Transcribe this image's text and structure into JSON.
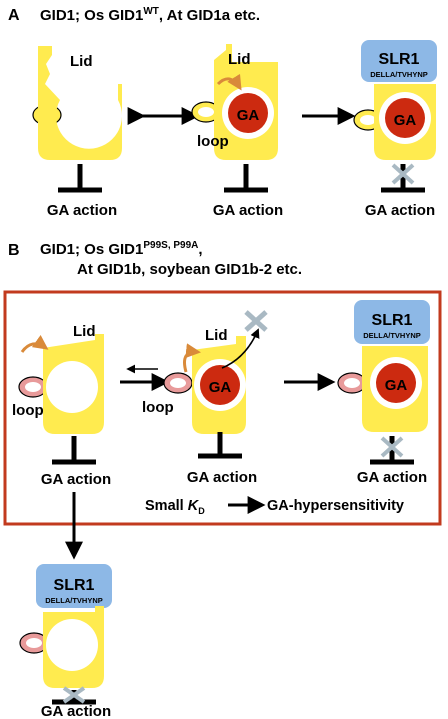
{
  "panel_a": {
    "letter": "A",
    "header_main": "GID1; Os GID1",
    "header_sup": "WT",
    "header_tail": ", At GID1a etc.",
    "lid_1": "Lid",
    "lid_2": "Lid",
    "loop": "loop",
    "ga_1": "GA",
    "ga_2": "GA",
    "slr_title": "SLR1",
    "slr_sub": "DELLA/TVHYNP",
    "action_1": "GA action",
    "action_2": "GA action",
    "action_3": "GA action"
  },
  "panel_b": {
    "letter": "B",
    "header_main": "GID1; Os GID1",
    "header_sup": "P99S, P99A",
    "header_tail": ",",
    "header_line2": "At GID1b, soybean GID1b-2 etc.",
    "lid_1": "Lid",
    "lid_2": "Lid",
    "loop_1": "loop",
    "loop_2": "loop",
    "ga_1": "GA",
    "ga_2": "GA",
    "slr_title": "SLR1",
    "slr_sub": "DELLA/TVHYNP",
    "action_1": "GA action",
    "action_2": "GA action",
    "action_3": "GA action",
    "kd_small": "Small ",
    "kd_k": "K",
    "kd_sub": "D",
    "kd_result": "GA-hypersensitivity",
    "slr_bottom_title": "SLR1",
    "slr_bottom_sub": "DELLA/TVHYNP",
    "action_bottom": "GA action"
  },
  "colors": {
    "receptor_yellow": "#FFEB4F",
    "ga_red": "#CC2A10",
    "slr_blue": "#8DB8E6",
    "box_border": "#C23A1E",
    "curve_orange": "#D98A3A",
    "loop_pink": "#E89A9A",
    "x_grey": "#A9B9C3"
  }
}
